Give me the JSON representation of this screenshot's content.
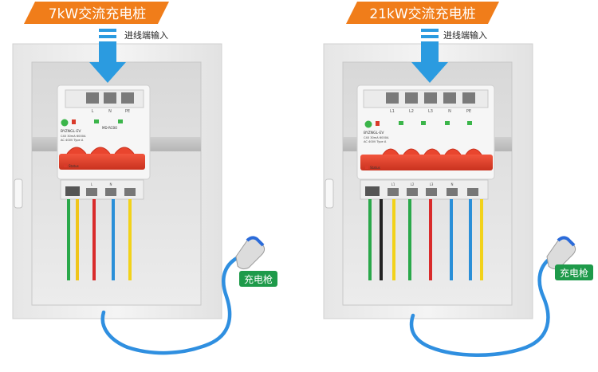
{
  "panels": [
    {
      "title": "7kW交流充电桩",
      "input_label": "进线端输入",
      "gun_label": "充电枪",
      "breaker_model": "BYZNGL-EV",
      "breaker_sub": "C40 30mA 6000A",
      "breaker_rating": "AC 400V Type A",
      "breaker_code": "MD-RCBO",
      "terminal_labels": [
        "L",
        "N",
        "PE"
      ],
      "bottom_labels": [
        "L",
        "N"
      ],
      "status_text": "Status",
      "wires": [
        "#2aa84a",
        "#f0c51a",
        "#d92b2b",
        "#2a8fd8",
        "#f2d21a"
      ]
    },
    {
      "title": "21kW交流充电桩",
      "input_label": "进线端输入",
      "gun_label": "充电枪",
      "breaker_model": "BYZNGL-EV",
      "breaker_sub": "C40 30mA 6000A",
      "breaker_rating": "AC 400V Type A",
      "breaker_code": "",
      "terminal_labels": [
        "L1",
        "L2",
        "L3",
        "N",
        "PE"
      ],
      "bottom_labels": [
        "L1",
        "L2",
        "L3",
        "N"
      ],
      "status_text": "Status",
      "wires": [
        "#2aa84a",
        "#222222",
        "#f2d21a",
        "#2aa84a",
        "#d92b2b",
        "#2a8fd8",
        "#2a8fd8",
        "#f2d21a"
      ]
    }
  ],
  "colors": {
    "title_bg": "#f07d1a",
    "arrow": "#2b9be0",
    "gun_badge": "#1e9a4a",
    "cable": "#2f8fe0",
    "breaker_red": "#e8432b"
  }
}
